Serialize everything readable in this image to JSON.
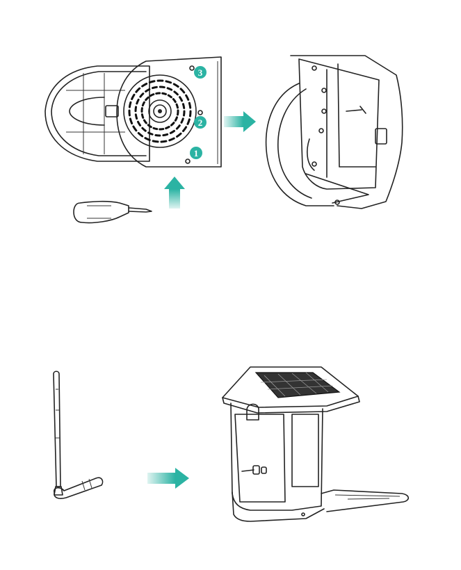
{
  "colors": {
    "accent": "#2bb3a3",
    "line": "#222222",
    "background": "#ffffff"
  },
  "steps": [
    {
      "label": "1"
    },
    {
      "label": "2"
    },
    {
      "label": "3"
    }
  ],
  "illustrations": {
    "top_left": "camera-mount-back-screw-icon",
    "top_right": "camera-mounted-on-bracket-icon",
    "bottom_left": "antenna-icon",
    "bottom_right": "solar-bird-feeder-icon"
  }
}
